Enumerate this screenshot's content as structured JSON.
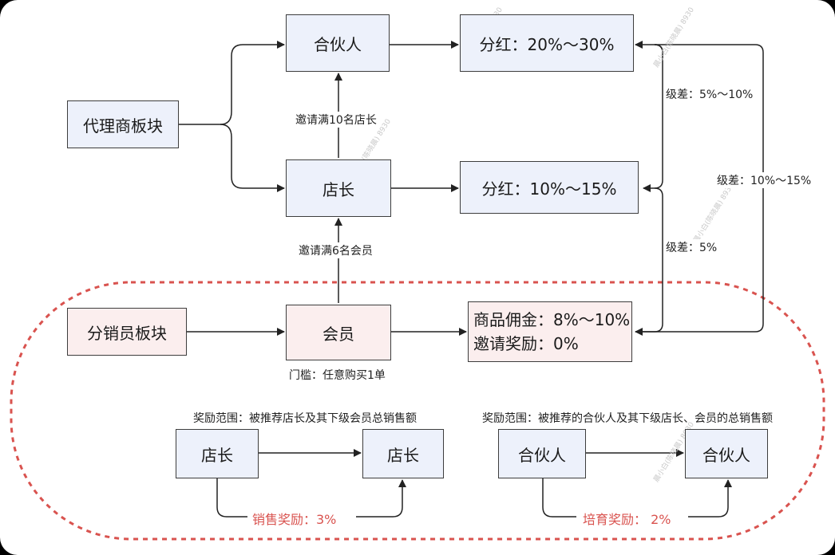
{
  "nodes": {
    "agent_block": "代理商板块",
    "partner_top": "合伙人",
    "dividend_partner": "分红：20%～30%",
    "store_manager": "店长",
    "dividend_store": "分红：10%～15%",
    "distributor_block": "分销员板块",
    "member": "会员",
    "commission_line1": "商品佣金：8%～10%",
    "commission_line2": "邀请奖励：0%",
    "store_left": "店长",
    "store_right": "店长",
    "partner_left": "合伙人",
    "partner_right": "合伙人"
  },
  "labels": {
    "invite_10": "邀请满10名店长",
    "invite_6": "邀请满6名会员",
    "threshold": "门槛：任意购买1单",
    "diff_5_10": "级差：5%～10%",
    "diff_10_15": "级差：10%～15%",
    "diff_5": "级差：5%",
    "reward_scope_store": "奖励范围：被推荐店长及其下级会员总销售额",
    "reward_scope_partner": "奖励范围：被推荐的合伙人及其下级店长、会员的总销售额",
    "sales_reward": "销售奖励：3%",
    "nurture_reward": "培育奖励： 2%"
  },
  "colors": {
    "node_blue": "#edf1fb",
    "node_pink": "#fbeeee",
    "dashed_border": "#d9534f",
    "reward_text": "#d9534f"
  }
}
